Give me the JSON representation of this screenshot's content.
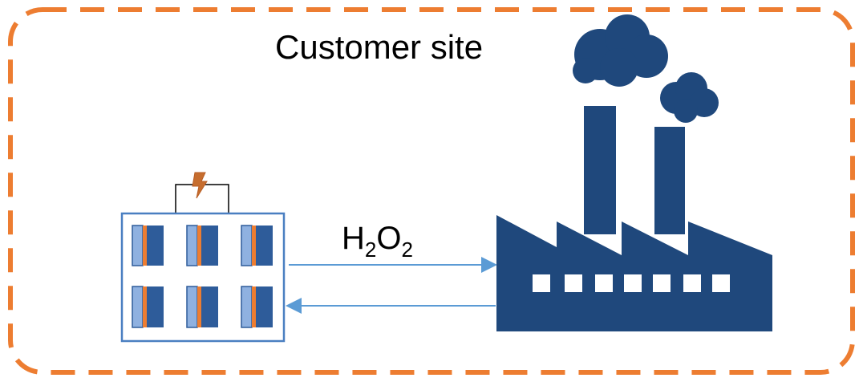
{
  "site": {
    "title": "Customer site",
    "border_color": "#ed7d31"
  },
  "flow": {
    "label_main_1": "H",
    "sub_1": "2",
    "label_main_2": "O",
    "sub_2": "2"
  },
  "colors": {
    "factory": "#1f487c",
    "device_outline": "#4a7fc1",
    "cell_dark": "#2e5c9a",
    "cell_light": "#8fb1e0",
    "separator": "#ed7d31",
    "arrow": "#5b9bd5",
    "lightning": "#c66d2e"
  },
  "icons": {
    "device": "electrochemical-cell-stack-icon",
    "power": "lightning-icon",
    "factory": "factory-icon"
  }
}
